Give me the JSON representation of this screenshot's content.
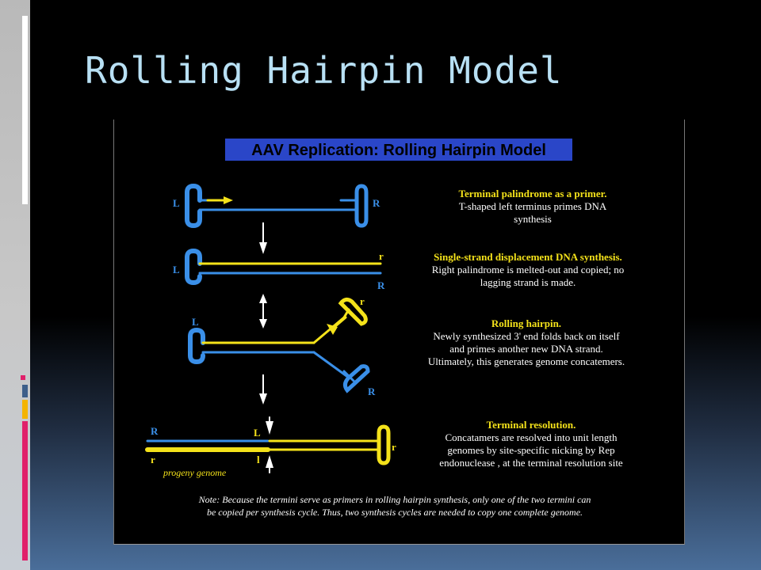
{
  "slide": {
    "title": "Rolling Hairpin Model"
  },
  "colors": {
    "title": "#b8e0f4",
    "blue_strand": "#3a8fe8",
    "yellow_strand": "#f4e21a",
    "banner": "#2a46c8",
    "deco_blue": "#3d5f8a",
    "deco_yellow": "#f4b400",
    "deco_pink": "#e0206a"
  },
  "figure": {
    "banner": "AAV Replication: Rolling Hairpin Model",
    "steps": [
      {
        "heading": "Terminal palindrome as a primer.",
        "lines": [
          "T-shaped left terminus primes DNA",
          "synthesis"
        ]
      },
      {
        "heading": "Single-strand displacement DNA synthesis.",
        "lines": [
          "Right palindrome is melted-out and copied; no",
          "lagging strand is made."
        ]
      },
      {
        "heading": "Rolling hairpin.",
        "lines": [
          "Newly synthesized 3' end folds back on itself",
          "and primes another new DNA strand.",
          "Ultimately, this generates genome concatemers."
        ]
      },
      {
        "heading": "Terminal resolution.",
        "lines": [
          "Concatamers are resolved into unit length",
          "genomes by site-specific nicking by Rep",
          "endonuclease , at the terminal resolution site"
        ]
      }
    ],
    "labels": {
      "step1_left": "L",
      "step1_right": "R",
      "step2_left": "L",
      "step2_r_small": "r",
      "step2_R": "R",
      "step3_left": "L",
      "step3_r_small": "r",
      "step3_R": "R",
      "step4_R": "R",
      "step4_L": "L",
      "step4_r_left": "r",
      "step4_l": "l",
      "step4_r_right": "r",
      "progeny": "progeny genome"
    },
    "note_lines": [
      "Note: Because the termini serve as primers in rolling hairpin synthesis, only one of the two termini can",
      "be copied per synthesis cycle.  Thus, two synthesis cycles are needed to copy one complete genome."
    ]
  }
}
